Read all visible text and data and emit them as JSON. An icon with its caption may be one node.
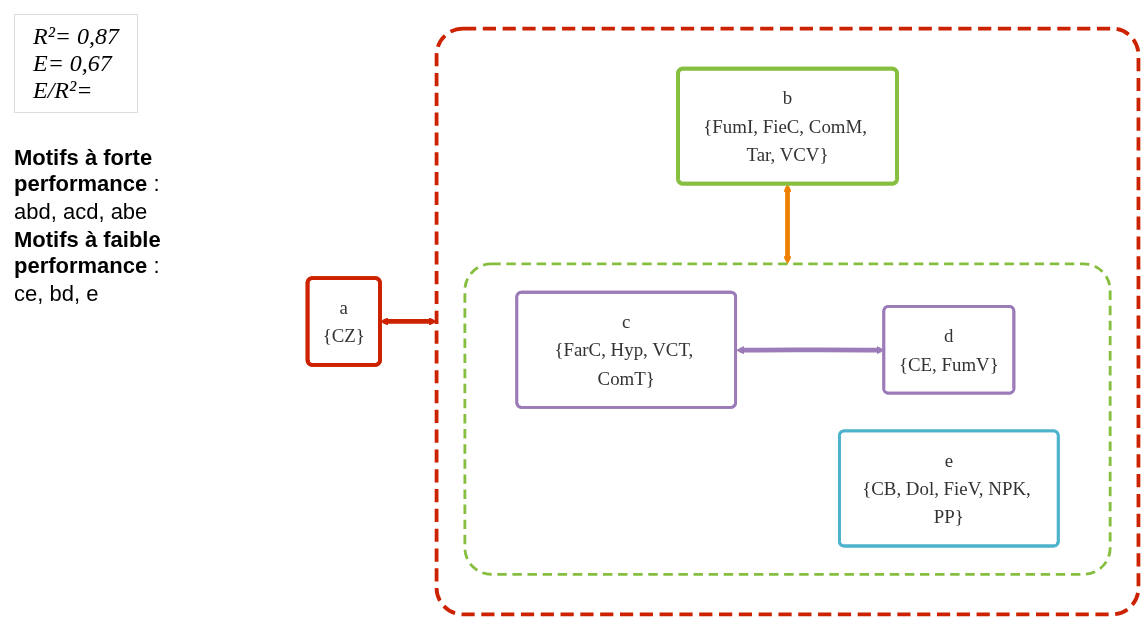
{
  "diagram": {
    "nodes": [
      {
        "text": [
          "a",
          "{CZ}"
        ]
      },
      {
        "text": [],
        "shape": "box"
      },
      {
        "text": [
          "b",
          "{FumI, FieC, ComM, Tar, VCV}"
        ],
        "in": 1
      },
      {
        "text": [],
        "shape": "box",
        "in": 1
      },
      {
        "text": [
          "c",
          "{FarC, Hyp, VCT, ComT}"
        ],
        "in": 3
      },
      {
        "text": [
          "d",
          "{CE, FumV}"
        ],
        "in": 3
      },
      {
        "text": [
          "e",
          "{CB, Dol, FieV, NPK, PP}"
        ],
        "in": 3
      }
    ],
    "edges": [
      {
        "from": 0,
        "to": 1,
        "arrow": "both",
        "color": "#cc2200"
      },
      {
        "from": 2,
        "to": 3,
        "arrow": "both",
        "color": "#ee8000"
      },
      {
        "from": 4,
        "to": 5,
        "arrow": "both",
        "color": "#9b7bb8"
      }
    ],
    "labels": [
      "R²= 0,87",
      "E= 0,67",
      "E/R²=",
      "**Motifs à forte performance** :",
      "abd, acd, abe",
      "**Motifs à faible performance** :",
      "ce, bd, e"
    ]
  }
}
